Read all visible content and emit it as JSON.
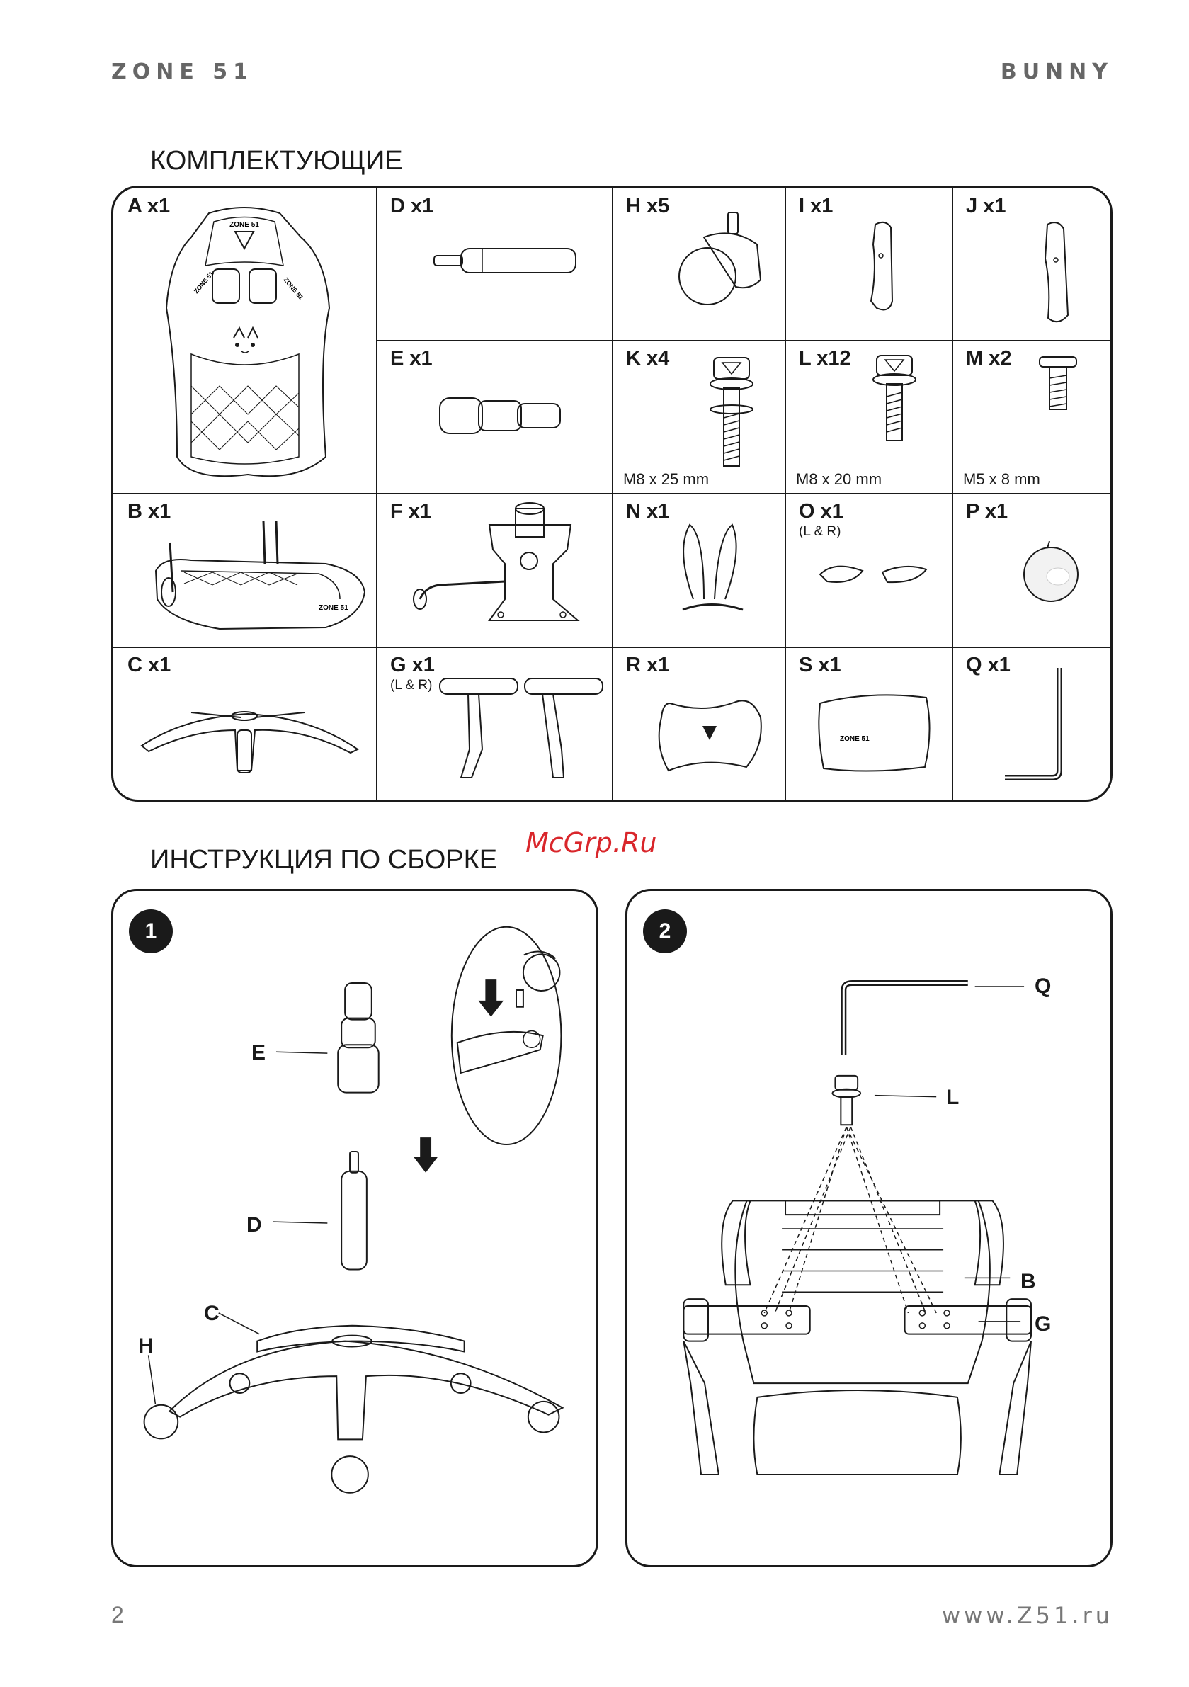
{
  "header": {
    "brand_left": "ZONE 51",
    "brand_right": "BUNNY"
  },
  "parts": {
    "title": "КОМПЛЕКТУЮЩИЕ",
    "items": [
      {
        "label": "A x1"
      },
      {
        "label": "D x1"
      },
      {
        "label": "H x5"
      },
      {
        "label": "I x1"
      },
      {
        "label": "J x1"
      },
      {
        "label": "E x1"
      },
      {
        "label": "K x4",
        "size": "M8 x 25 mm"
      },
      {
        "label": "L x12",
        "size": "M8 x 20 mm"
      },
      {
        "label": "M x2",
        "size": "M5 x 8 mm"
      },
      {
        "label": "B x1"
      },
      {
        "label": "F x1"
      },
      {
        "label": "N x1"
      },
      {
        "label": "O x1",
        "sub": "(L & R)"
      },
      {
        "label": "P x1"
      },
      {
        "label": "C x1"
      },
      {
        "label": "G x1",
        "sub": "(L & R)"
      },
      {
        "label": "R x1"
      },
      {
        "label": "S x1"
      },
      {
        "label": "Q x1"
      }
    ],
    "logo_texts": {
      "backrest": "ZONE 51",
      "backrest_side": "ZONE 51",
      "seat": "ZONE 51",
      "pillow": "ZONE 51"
    }
  },
  "watermark": "McGrp.Ru",
  "instructions": {
    "title": "ИНСТРУКЦИЯ ПО СБОРКЕ",
    "step1": {
      "number": "1",
      "callouts": {
        "e": "E",
        "d": "D",
        "c": "C",
        "h": "H"
      }
    },
    "step2": {
      "number": "2",
      "callouts": {
        "q": "Q",
        "l": "L",
        "b": "B",
        "g": "G"
      }
    }
  },
  "footer": {
    "page_number": "2",
    "url": "www.Z51.ru"
  }
}
